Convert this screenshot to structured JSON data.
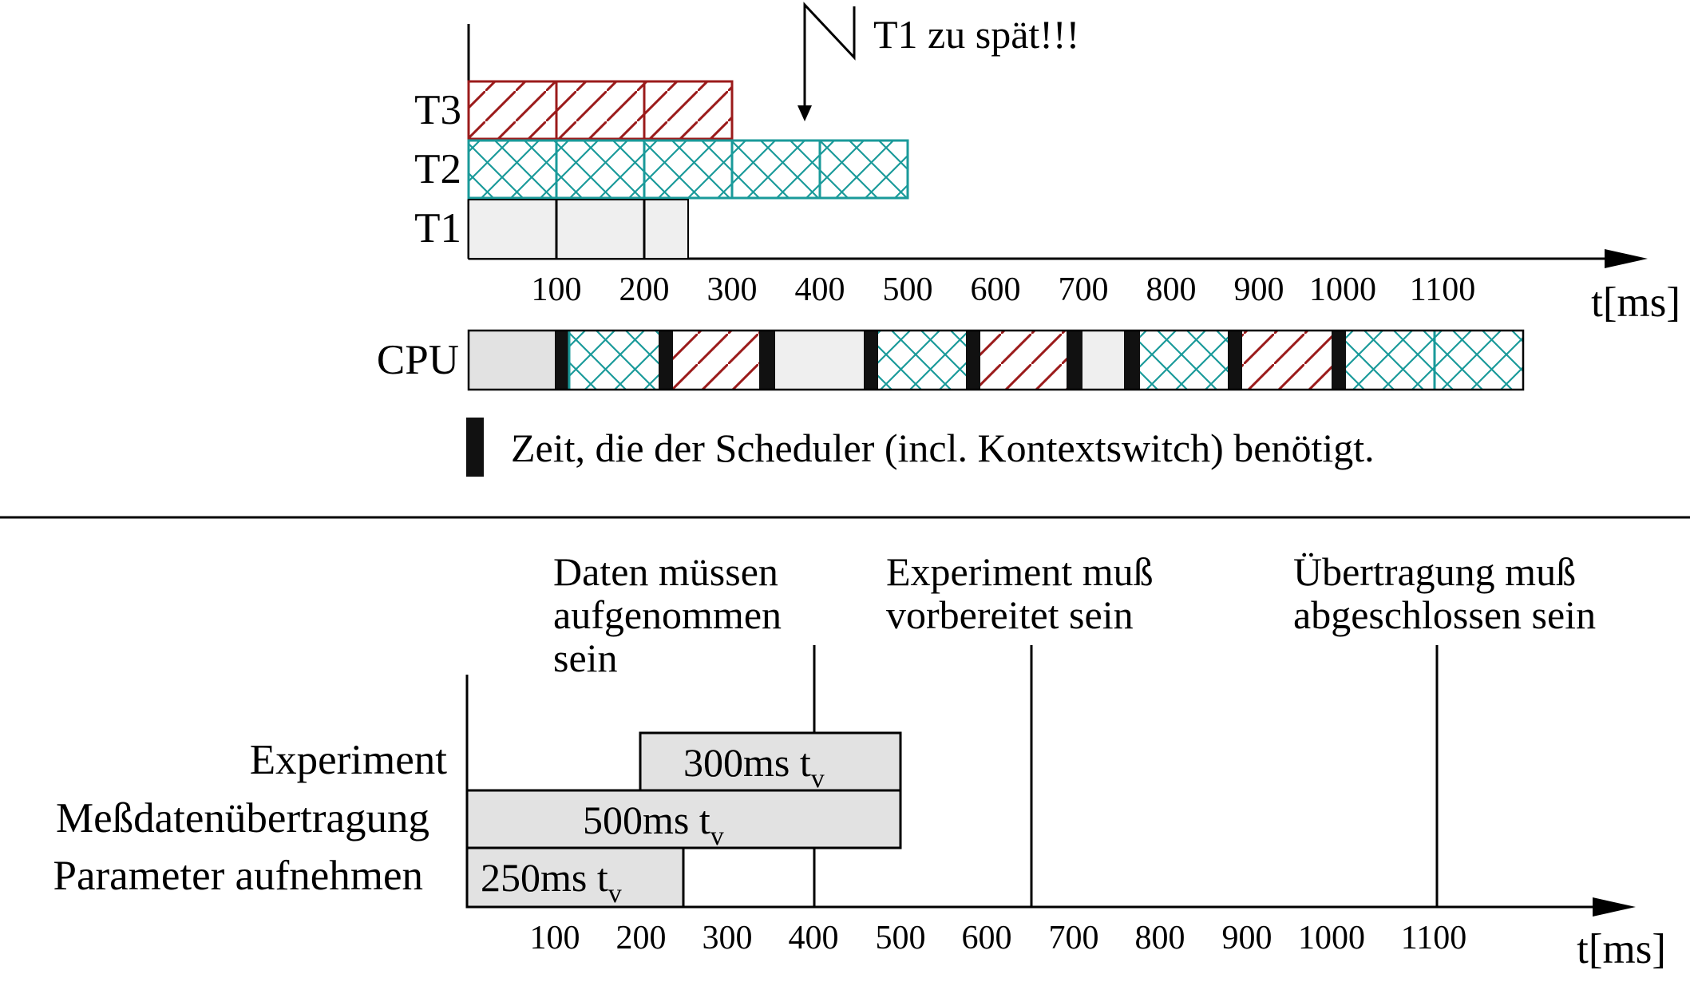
{
  "colors": {
    "t1_fill": "#efefef",
    "t2_stroke": "#1a9a9a",
    "t3_stroke": "#9b1b1b",
    "scheduler": "#111111",
    "bar_fill": "#e2e2e2"
  },
  "top": {
    "warning_text": "T1 zu spät!!!",
    "task_labels": [
      "T3",
      "T2",
      "T1"
    ],
    "tick_labels": [
      "100",
      "200",
      "300",
      "400",
      "500",
      "600",
      "700",
      "800",
      "900",
      "1000",
      "1100"
    ],
    "axis_unit": "t[ms]",
    "cpu_label": "CPU",
    "legend_text": "Zeit, die der Scheduler (incl. Kontextswitch) benötigt.",
    "tasks": [
      {
        "name": "T3",
        "start": 0,
        "end": 300,
        "pattern": "diagonal"
      },
      {
        "name": "T2",
        "start": 0,
        "end": 500,
        "pattern": "cross"
      },
      {
        "name": "T1",
        "start": 0,
        "end": 250,
        "pattern": "plain"
      }
    ],
    "cpu_sequence": [
      "T1",
      "S",
      "T2",
      "S",
      "T3",
      "S",
      "T1",
      "S",
      "T2",
      "S",
      "T3",
      "S",
      "T1",
      "S",
      "T2",
      "S",
      "T3",
      "S",
      "T2"
    ]
  },
  "bottom": {
    "annotations": [
      {
        "text": "Daten müssen\naufgenommen\nsein",
        "t": 400
      },
      {
        "text": "Experiment muß\nvorbereitet sein",
        "t": 650
      },
      {
        "text": "Übertragung muß\nabgeschlossen sein",
        "t": 1100
      }
    ],
    "rows": [
      {
        "label": "Experiment",
        "bar_text": "300ms t",
        "subscript": "v",
        "start": 200,
        "end": 500
      },
      {
        "label": "Meßdatenübertragung",
        "bar_text": "500ms t",
        "subscript": "v",
        "start": 0,
        "end": 500
      },
      {
        "label": "Parameter aufnehmen",
        "bar_text": "250ms t",
        "subscript": "v",
        "start": 0,
        "end": 250
      }
    ],
    "tick_labels": [
      "100",
      "200",
      "300",
      "400",
      "500",
      "600",
      "700",
      "800",
      "900",
      "1000",
      "1100"
    ],
    "axis_unit": "t[ms]"
  }
}
